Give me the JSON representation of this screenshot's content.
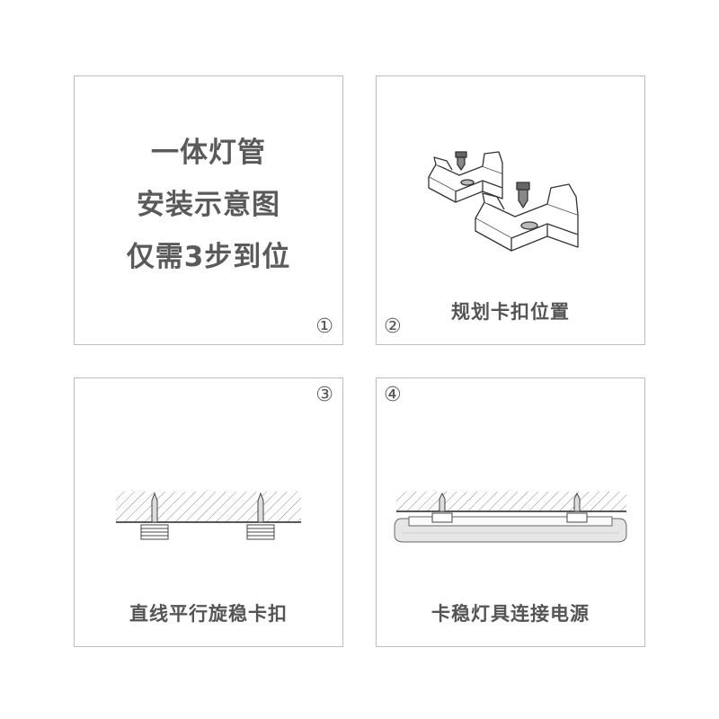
{
  "panels": [
    {
      "number": "①",
      "lines": [
        "一体灯管",
        "安装示意图",
        "仅需3步到位"
      ]
    },
    {
      "number": "②",
      "caption": "规划卡扣位置"
    },
    {
      "number": "③",
      "caption": "直线平行旋稳卡扣"
    },
    {
      "number": "④",
      "caption": "卡稳灯具连接电源"
    }
  ]
}
